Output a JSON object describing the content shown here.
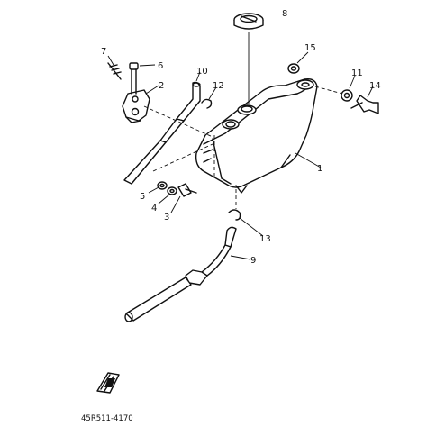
{
  "callouts": [
    {
      "id": "1",
      "label": "1"
    },
    {
      "id": "2",
      "label": "2"
    },
    {
      "id": "3",
      "label": "3"
    },
    {
      "id": "4",
      "label": "4"
    },
    {
      "id": "5",
      "label": "5"
    },
    {
      "id": "6",
      "label": "6"
    },
    {
      "id": "7",
      "label": "7"
    },
    {
      "id": "8",
      "label": "8"
    },
    {
      "id": "9",
      "label": "9"
    },
    {
      "id": "10",
      "label": "10"
    },
    {
      "id": "11",
      "label": "11"
    },
    {
      "id": "12",
      "label": "12"
    },
    {
      "id": "13",
      "label": "13"
    },
    {
      "id": "14",
      "label": "14"
    },
    {
      "id": "15",
      "label": "15"
    }
  ],
  "diagram_code": "45R511-4170"
}
